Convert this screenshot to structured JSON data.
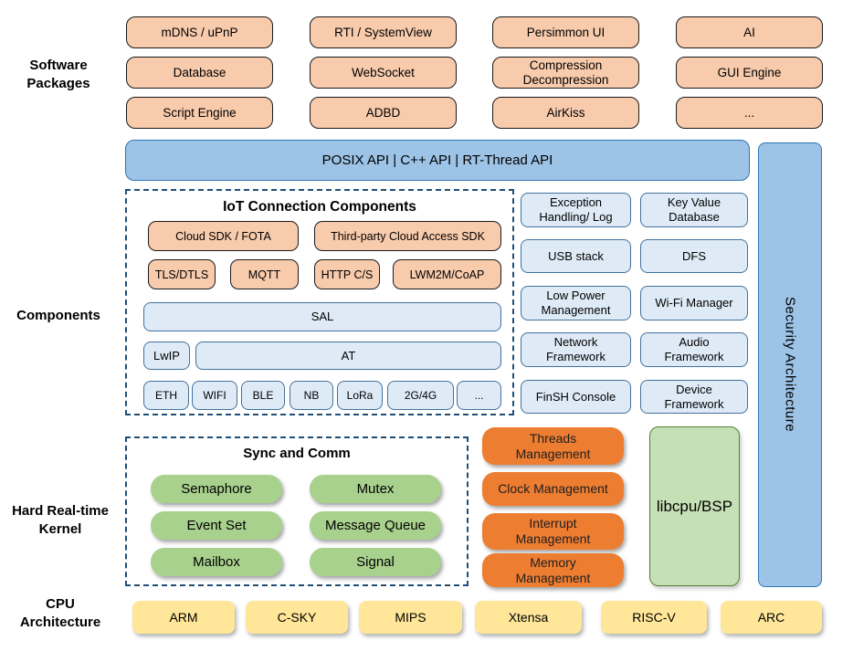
{
  "section_labels": {
    "software_packages": "Software\nPackages",
    "components": "Components",
    "kernel": "Hard Real-time\nKernel",
    "cpu": "CPU\nArchitecture"
  },
  "software_packages": {
    "items": [
      "mDNS / uPnP",
      "RTI / SystemView",
      "Persimmon UI",
      "AI",
      "Database",
      "WebSocket",
      "Compression\nDecompression",
      "GUI Engine",
      "Script Engine",
      "ADBD",
      "AirKiss",
      "..."
    ]
  },
  "api_bar": {
    "label": "POSIX API  |  C++ API  |  RT-Thread API"
  },
  "security": {
    "label": "Security Architecture"
  },
  "iot": {
    "title": "IoT Connection Components",
    "cloud": [
      "Cloud SDK / FOTA",
      "Third-party Cloud Access SDK"
    ],
    "protocols": [
      "TLS/DTLS",
      "MQTT",
      "HTTP C/S",
      "LWM2M/CoAP"
    ],
    "sal": "SAL",
    "lwip": "LwIP",
    "at": "AT",
    "links": [
      "ETH",
      "WIFI",
      "BLE",
      "NB",
      "LoRa",
      "2G/4G",
      "..."
    ]
  },
  "components_right": {
    "items": [
      "Exception\nHandling/ Log",
      "Key Value\nDatabase",
      "USB stack",
      "DFS",
      "Low Power\nManagement",
      "Wi-Fi Manager",
      "Network\nFramework",
      "Audio\nFramework",
      "FinSH Console",
      "Device\nFramework"
    ]
  },
  "kernel": {
    "title": "Sync and Comm",
    "sync_items": [
      "Semaphore",
      "Mutex",
      "Event Set",
      "Message Queue",
      "Mailbox",
      "Signal"
    ],
    "management": [
      "Threads\nManagement",
      "Clock Management",
      "Interrupt\nManagement",
      "Memory\nManagement"
    ],
    "libcpu": "libcpu/BSP"
  },
  "cpu_architectures": {
    "items": [
      "ARM",
      "C-SKY",
      "MIPS",
      "Xtensa",
      "RISC-V",
      "ARC"
    ]
  },
  "colors": {
    "package_fill": "#F8CBAD",
    "api_fill": "#9DC3E6",
    "api_border": "#2E75B6",
    "component_fill": "#DEEBF7",
    "component_border": "#41719C",
    "dash_border": "#1F4E79",
    "green_fill": "#A9D18E",
    "mgmt_fill": "#ED7D31",
    "libcpu_fill": "#C5E0B4",
    "libcpu_border": "#538135",
    "cpu_fill": "#FFE699"
  }
}
